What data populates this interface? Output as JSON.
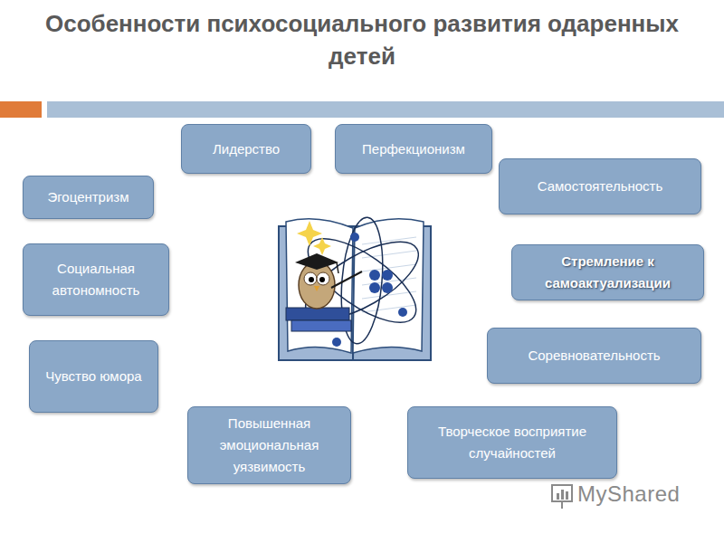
{
  "diagram": {
    "title": "Особенности психосоциального развития одаренных детей",
    "nodes": [
      {
        "text": [
          "Лидерство"
        ]
      },
      {
        "text": [
          "Перфекционизм"
        ]
      },
      {
        "text": [
          "Эгоцентризм"
        ]
      },
      {
        "text": [
          "Самостоятельность"
        ]
      },
      {
        "text": [
          "Социальная автономность"
        ]
      },
      {
        "text": [
          "Стремление к самоактуализации"
        ]
      },
      {
        "text": [
          "Чувство юмора"
        ]
      },
      {
        "text": [
          "Соревновательность"
        ]
      },
      {
        "text": [
          "Повышенная эмоциональная уязвимость"
        ]
      },
      {
        "text": [
          "Творческое восприятие случайностей"
        ]
      }
    ],
    "labels": [
      "MyShared"
    ]
  }
}
